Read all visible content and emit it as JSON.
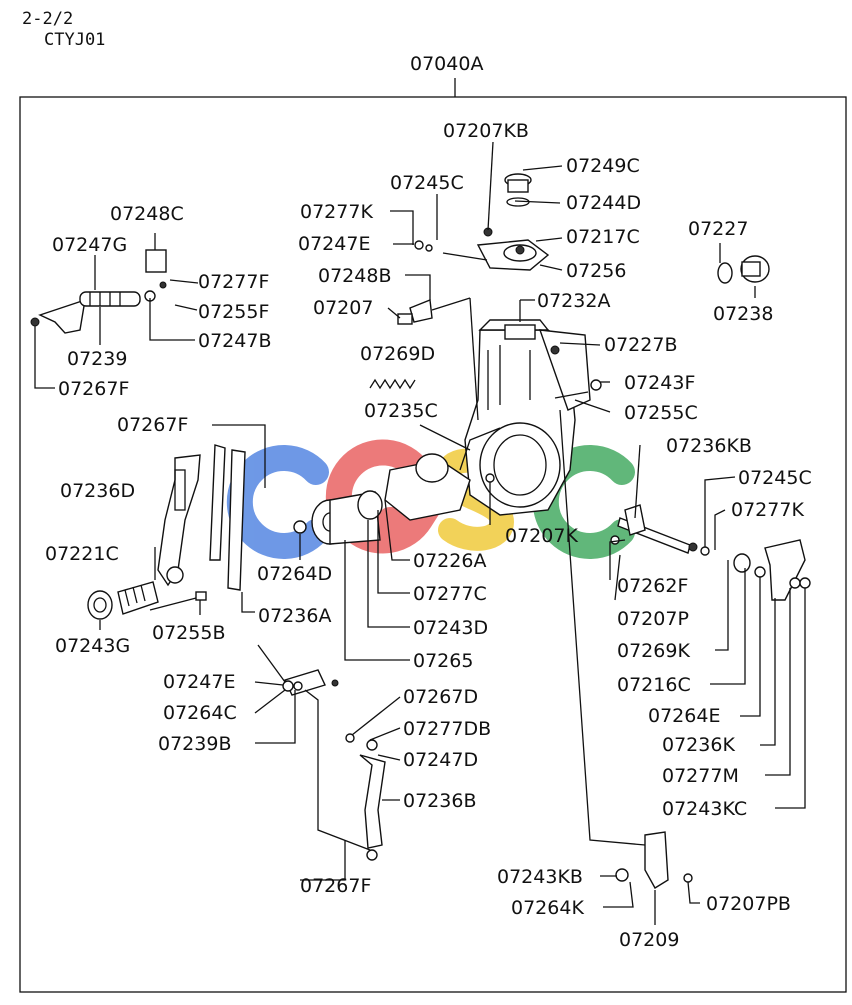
{
  "header": {
    "page": "2-2/2",
    "code": "CTYJ01"
  },
  "assembly": {
    "label": "07040A"
  },
  "watermark": {
    "text": "CGSC",
    "colors": [
      "#4a7fe0",
      "#e85a5a",
      "#f0c830",
      "#3aa65a"
    ]
  },
  "labels": {
    "p07207KB": "07207KB",
    "p07249C": "07249C",
    "p07245C_top": "07245C",
    "p07244D": "07244D",
    "p07277K_top": "07277K",
    "p07217C": "07217C",
    "p07227": "07227",
    "p07248C": "07248C",
    "p07247E_top": "07247E",
    "p07256": "07256",
    "p07247G": "07247G",
    "p07248B": "07248B",
    "p07277F": "07277F",
    "p07238": "07238",
    "p07232A": "07232A",
    "p07207": "07207",
    "p07255F": "07255F",
    "p07247B": "07247B",
    "p07227B": "07227B",
    "p07239": "07239",
    "p07269D": "07269D",
    "p07267F_left": "07267F",
    "p07243F": "07243F",
    "p07235C": "07235C",
    "p07255C": "07255C",
    "p07267F_mid": "07267F",
    "p07236KB": "07236KB",
    "p07245C_right": "07245C",
    "p07236D": "07236D",
    "p07277K_right": "07277K",
    "p07207K": "07207K",
    "p07221C": "07221C",
    "p07226A": "07226A",
    "p07264D": "07264D",
    "p07262F": "07262F",
    "p07277C": "07277C",
    "p07207P": "07207P",
    "p07236A": "07236A",
    "p07255B": "07255B",
    "p07243D": "07243D",
    "p07269K": "07269K",
    "p07243G": "07243G",
    "p07265": "07265",
    "p07216C": "07216C",
    "p07247E_bot": "07247E",
    "p07267D": "07267D",
    "p07264E": "07264E",
    "p07264C": "07264C",
    "p07277DB": "07277DB",
    "p07239B": "07239B",
    "p07236K": "07236K",
    "p07247D": "07247D",
    "p07277M": "07277M",
    "p07236B": "07236B",
    "p07243KC": "07243KC",
    "p07243KB": "07243KB",
    "p07267F_bot": "07267F",
    "p07264K": "07264K",
    "p07207PB": "07207PB",
    "p07209": "07209"
  }
}
